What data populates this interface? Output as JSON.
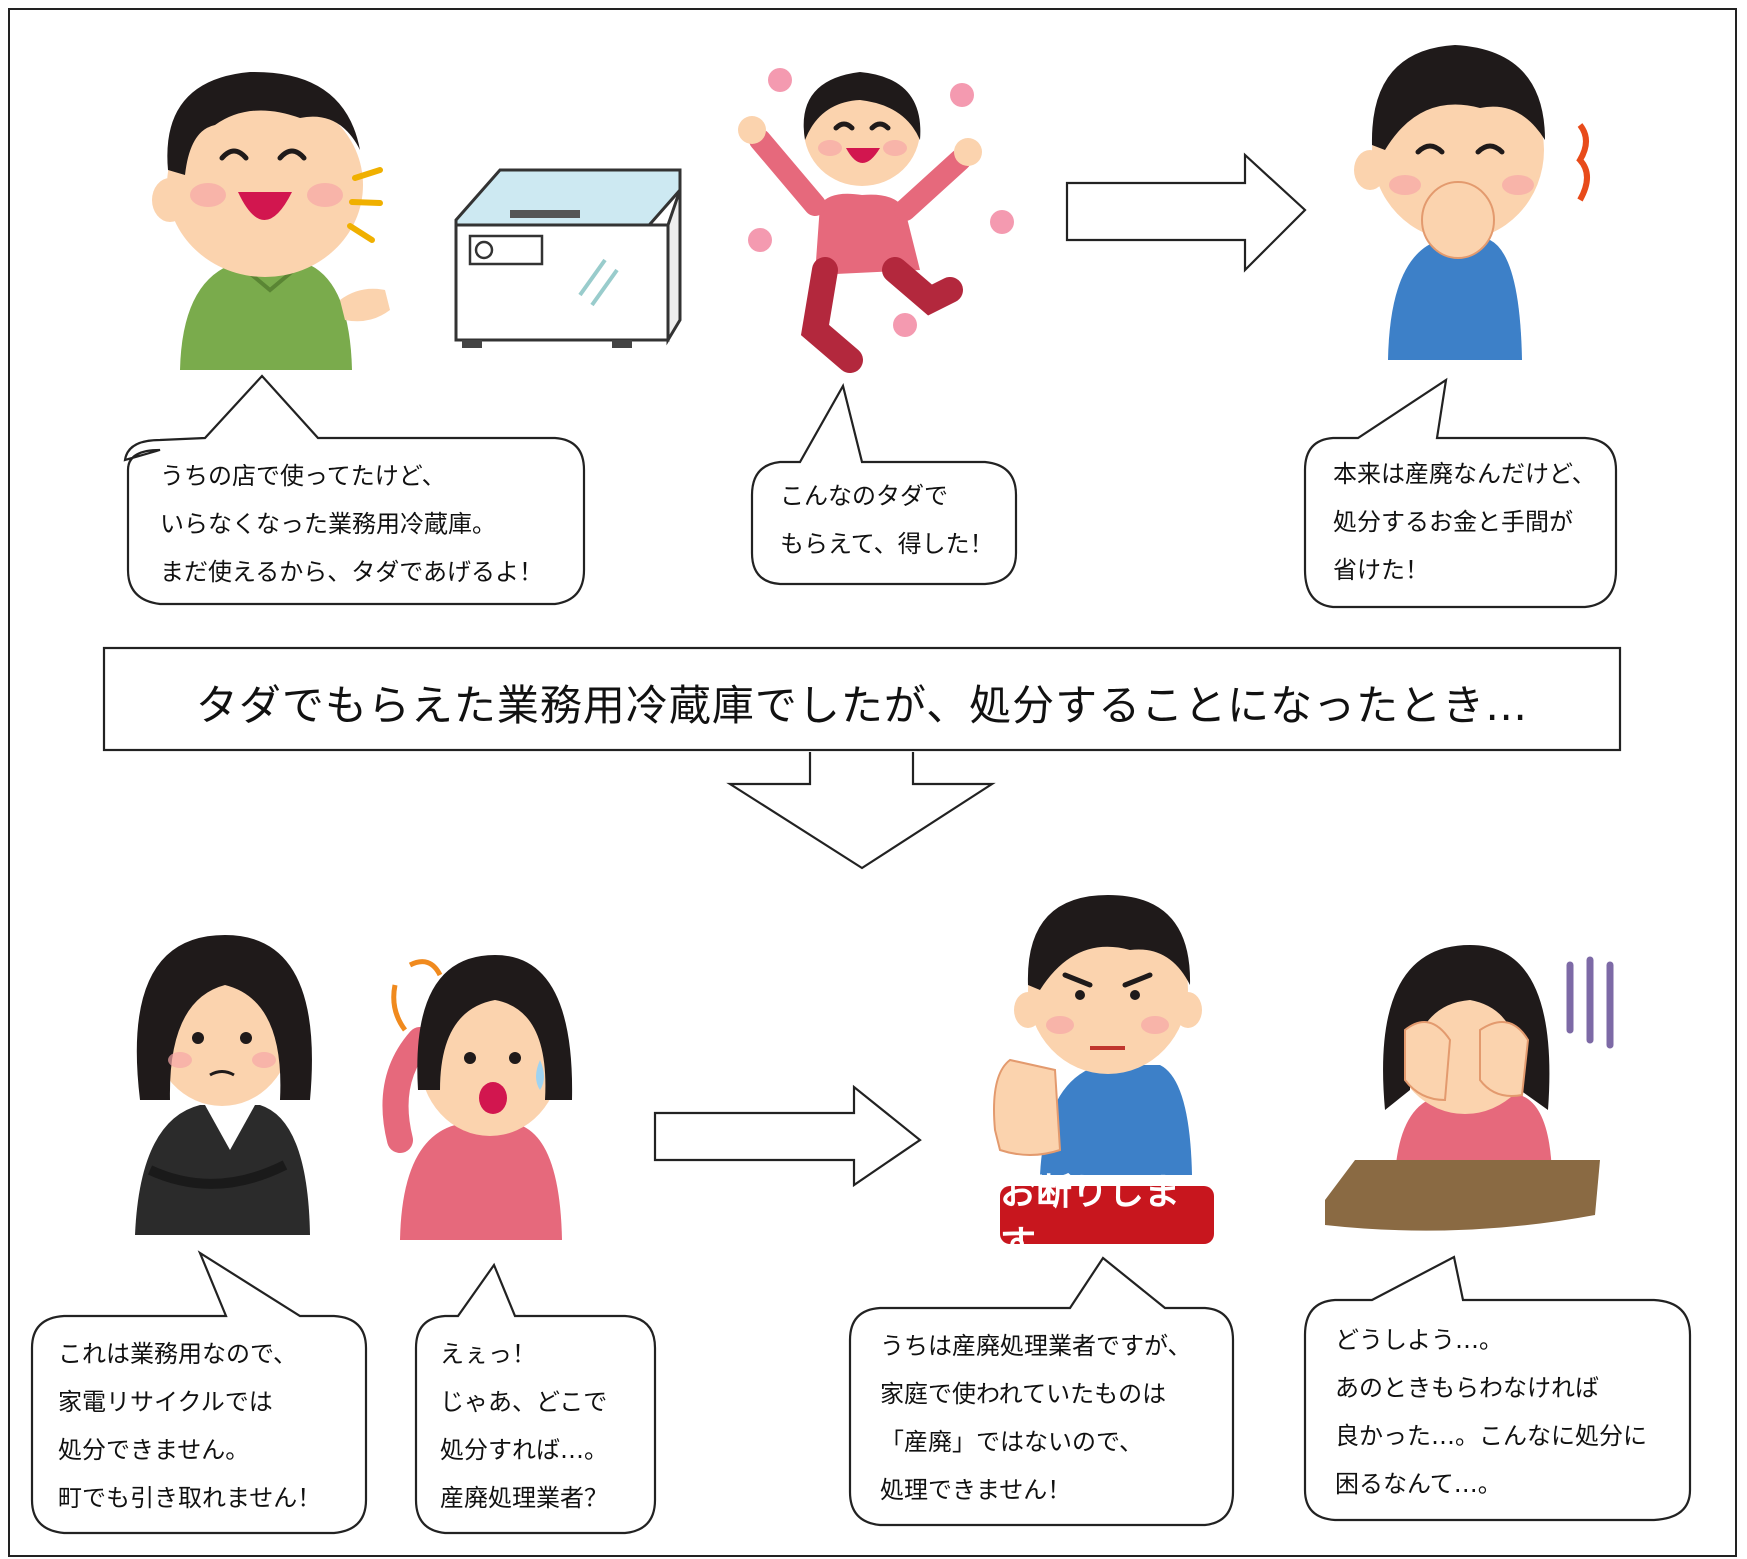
{
  "banner": "タダでもらえた業務用冷蔵庫でしたが、処分することになったとき…",
  "stamp": "お断りします",
  "bubbles": {
    "shop_owner": [
      "うちの店で使ってたけど、",
      "いらなくなった業務用冷蔵庫。",
      "まだ使えるから、タダであげるよ！"
    ],
    "woman_happy": [
      "こんなのタダで",
      "もらえて、得した！"
    ],
    "man_relieved": [
      "本来は産廃なんだけど、",
      "処分するお金と手間が",
      "省けた！"
    ],
    "town_staff": [
      "これは業務用なので、",
      "家電リサイクルでは",
      "処分できません。",
      "町でも引き取れません！"
    ],
    "woman_surprised": [
      "えぇっ！",
      "じゃあ、どこで",
      "処分すれば…。",
      "産廃処理業者？"
    ],
    "waste_company": [
      "うちは産廃処理業者ですが、",
      "家庭で使われていたものは",
      "「産廃」ではないので、",
      "処理できません！"
    ],
    "woman_troubled": [
      "どうしよう…。",
      "あのときもらわなければ",
      "良かった…。こんなに処分に",
      "困るなんて…。"
    ]
  },
  "colors": {
    "hair": "#1f1a1a",
    "skin": "#fbd3ae",
    "green_shirt": "#7aab4c",
    "pink_shirt": "#e6697c",
    "blue_shirt": "#3d80c8",
    "suit": "#2b2b2b",
    "stamp_red": "#c8161e",
    "table": "#8a6a43"
  }
}
